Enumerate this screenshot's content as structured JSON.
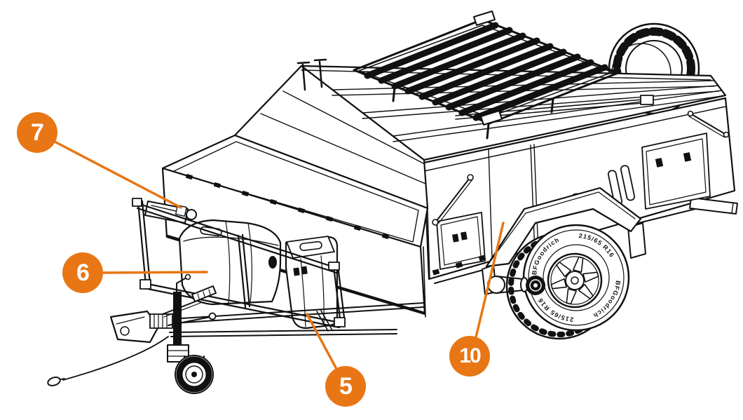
{
  "diagram": {
    "description": "Line-art illustration of an off-road camper trailer with numbered part callouts",
    "colors": {
      "accent": "#E87615",
      "line": "#111111",
      "background": "#FFFFFF"
    },
    "callouts": [
      {
        "label": "7"
      },
      {
        "label": "6"
      },
      {
        "label": "5"
      },
      {
        "label": "10"
      }
    ],
    "tire_markings": {
      "brand": "BFGoodrich",
      "size": "215/65 R16"
    }
  }
}
